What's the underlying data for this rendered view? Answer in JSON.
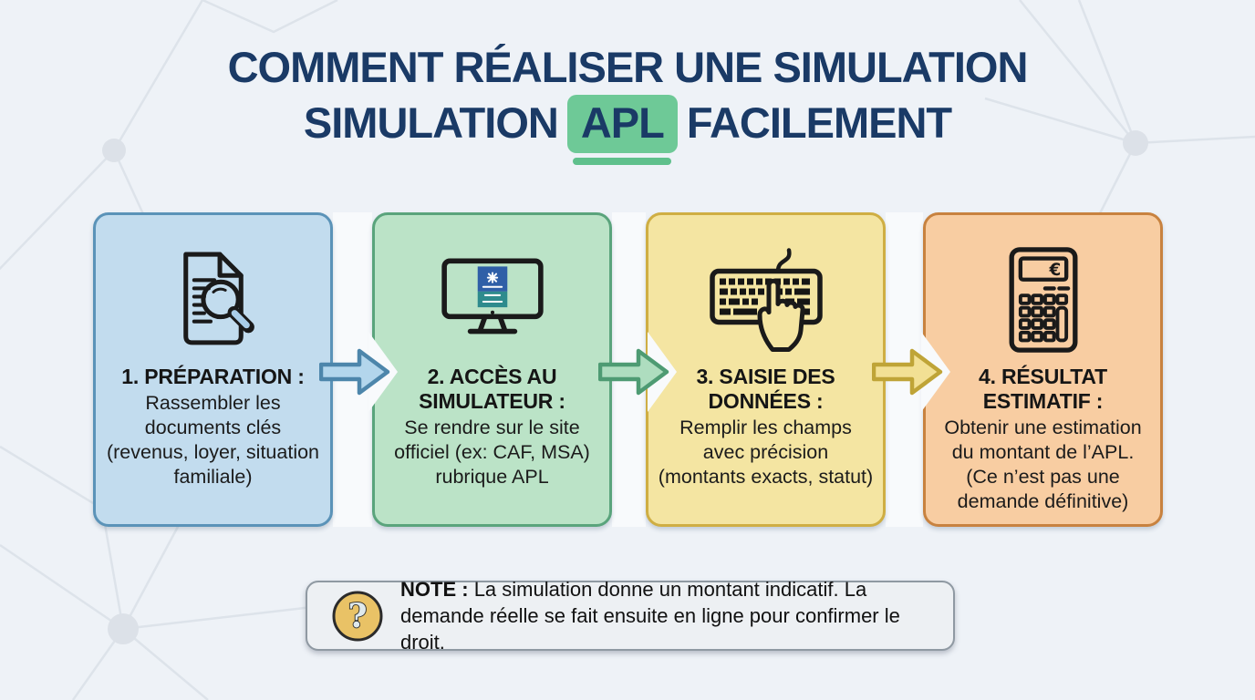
{
  "title": {
    "line1": "COMMENT RÉALISER UNE SIMULATION",
    "line2_before": "SIMULATION",
    "line2_highlight": "APL",
    "line2_after": "FACILEMENT"
  },
  "steps": [
    {
      "title": "1. PRÉPARATION :",
      "body": "Rassembler les documents clés (revenus, loyer, situation familiale)",
      "icon": "document-search-icon",
      "fill": "#c2dcee",
      "border": "#5b93b8",
      "arrow_fill": "#b3d6ec",
      "arrow_stroke": "#4d86ab"
    },
    {
      "title": "2. ACCÈS AU SIMULATEUR :",
      "body": "Se rendre sur le site officiel (ex: CAF, MSA) rubrique APL",
      "icon": "monitor-caf-site-icon",
      "fill": "#bbe3c7",
      "border": "#5aa47c",
      "arrow_fill": "#aeddbf",
      "arrow_stroke": "#4e9b73"
    },
    {
      "title": "3. SAISIE DES DONNÉES :",
      "body": "Remplir les champs avec précision (montants exacts, statut)",
      "icon": "keyboard-typing-icon",
      "fill": "#f4e5a2",
      "border": "#cfae43",
      "arrow_fill": "#f2e094",
      "arrow_stroke": "#bfa437"
    },
    {
      "title": "4. RÉSULTAT ESTIMATIF :",
      "body": "Obtenir une estimation du montant de l’APL. (Ce n’est pas une demande définitive)",
      "icon": "calculator-euro-icon",
      "icon_symbol": "€",
      "fill": "#f8cda2",
      "border": "#c8823f"
    }
  ],
  "note": {
    "label": "NOTE :",
    "text": "La simulation donne un montant indicatif. La demande réelle se fait ensuite en ligne pour confirmer le droit.",
    "icon": "question-mark-icon",
    "icon_symbol": "?",
    "icon_fill": "#e9c266",
    "box_fill": "#edf0f3",
    "box_border": "#8f99a2"
  },
  "colors": {
    "background": "#eef2f7",
    "title_navy": "#1a3a66",
    "highlight_green": "#6ec997",
    "underline_green": "#5fc08c",
    "network_line": "#dde3ea"
  }
}
